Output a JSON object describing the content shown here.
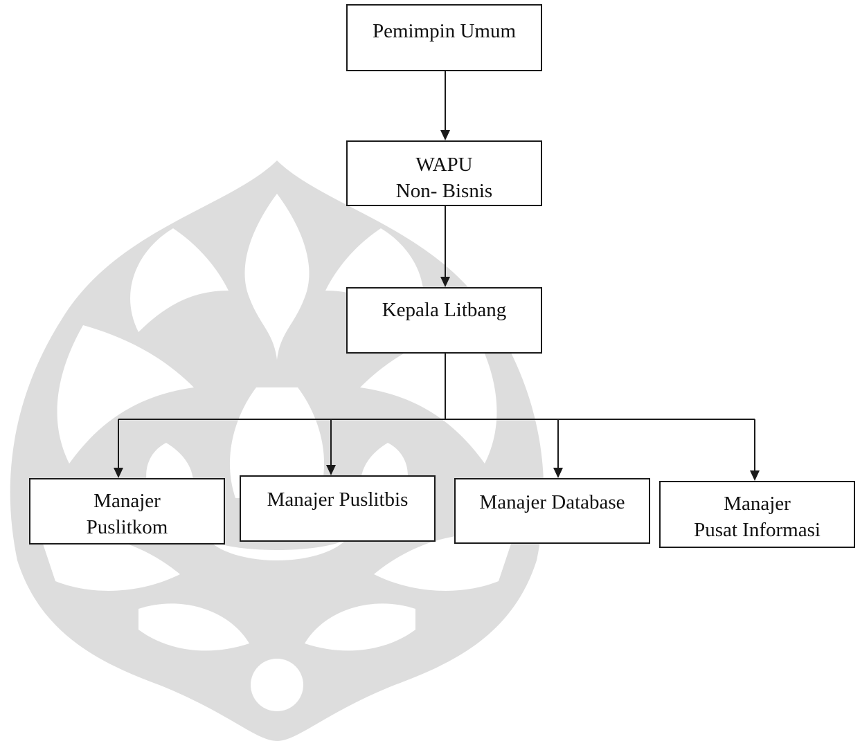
{
  "org_chart": {
    "pemimpin_umum": "Pemimpin Umum",
    "wapu": {
      "line1": "WAPU",
      "line2": "Non- Bisnis"
    },
    "kepala_litbang": "Kepala Litbang",
    "managers": [
      {
        "line1": "Manajer",
        "line2": "Puslitkom"
      },
      {
        "line1": "Manajer Puslitbis"
      },
      {
        "line1": "Manajer Database"
      },
      {
        "line1": "Manajer",
        "line2": "Pusat Informasi"
      }
    ]
  },
  "colors": {
    "background": "#ffffff",
    "box_border": "#1a1a1a",
    "text": "#111111",
    "connector": "#1a1a1a",
    "watermark": "#dddddd"
  },
  "watermark_icon": "university-seal-icon"
}
